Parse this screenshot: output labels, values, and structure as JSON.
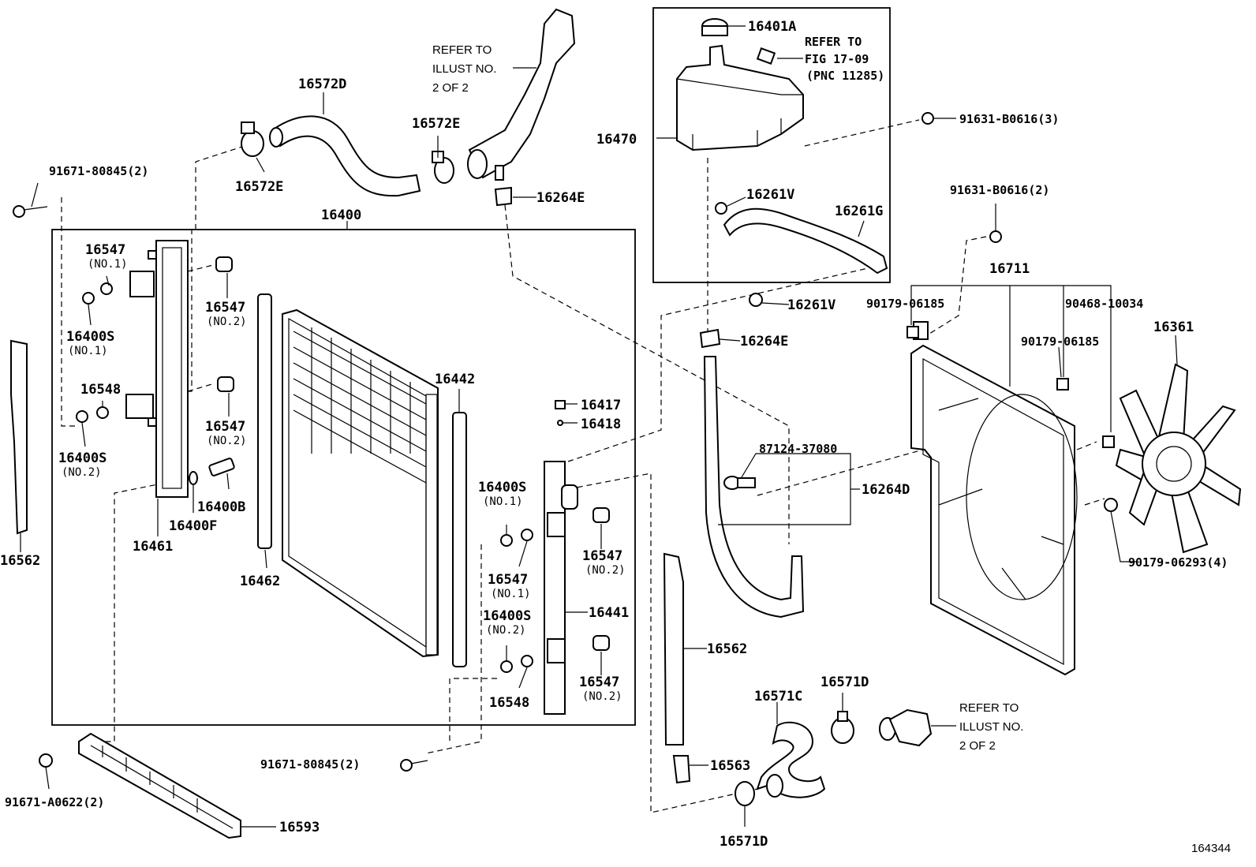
{
  "labels": {
    "p16572D": "16572D",
    "p16572E_top": "16572E",
    "p16572E_bot": "16572E",
    "p16264E_top": "16264E",
    "p16400": "16400",
    "p91671_80845_a": "91671-80845(2)",
    "p91671_80845_b": "91671-80845(2)",
    "p16547_no1": "16547",
    "p16547_no1_sub": "(NO.1)",
    "p16400S_no1": "16400S",
    "p16400S_no1_sub": "(NO.1)",
    "p16548_l": "16548",
    "p16400S_no2": "16400S",
    "p16400S_no2_sub": "(NO.2)",
    "p16547_no2_a": "16547",
    "p16547_no2_a_sub": "(NO.2)",
    "p16547_no2_b": "16547",
    "p16547_no2_b_sub": "(NO.2)",
    "p16400B": "16400B",
    "p16400F": "16400F",
    "p16461": "16461",
    "p16562_l": "16562",
    "p16462": "16462",
    "p16442": "16442",
    "p16417": "16417",
    "p16418": "16418",
    "p16400S_r1": "16400S",
    "p16400S_r1_sub": "(NO.1)",
    "p16547_r_no2a": "16547",
    "p16547_r_no2a_sub": "(NO.2)",
    "p16547_r_no1": "16547",
    "p16547_r_no1_sub": "(NO.1)",
    "p16441": "16441",
    "p16400S_r2": "16400S",
    "p16400S_r2_sub": "(NO.2)",
    "p16547_r_no2b": "16547",
    "p16547_r_no2b_sub": "(NO.2)",
    "p16548_r": "16548",
    "p91671_A0622": "91671-A0622(2)",
    "p16593": "16593",
    "p16401A": "16401A",
    "p16470": "16470",
    "p91631_B0616_3": "91631-B0616(3)",
    "p16261V_a": "16261V",
    "p16261G": "16261G",
    "p16261V_b": "16261V",
    "p16264E_mid": "16264E",
    "p87124": "87124-37080",
    "p16264D": "16264D",
    "p16562_r": "16562",
    "p16563": "16563",
    "p16571C": "16571C",
    "p16571D_top": "16571D",
    "p16571D_bot": "16571D",
    "p91631_B0616_2": "91631-B0616(2)",
    "p16711": "16711",
    "p90179_06185_a": "90179-06185",
    "p90468_10034": "90468-10034",
    "p90179_06185_b": "90179-06185",
    "p16361": "16361",
    "p90179_06293": "90179-06293(4)",
    "diagram_id": "164344"
  },
  "notes": {
    "refer_top_1": "REFER TO",
    "refer_top_2": "ILLUST NO.",
    "refer_top_3": "2 OF 2",
    "refer_fig_1": "REFER TO",
    "refer_fig_2": "FIG 17-09",
    "refer_fig_3": "(PNC 11285)",
    "refer_bot_1": "REFER TO",
    "refer_bot_2": "ILLUST NO.",
    "refer_bot_3": "2 OF 2"
  }
}
